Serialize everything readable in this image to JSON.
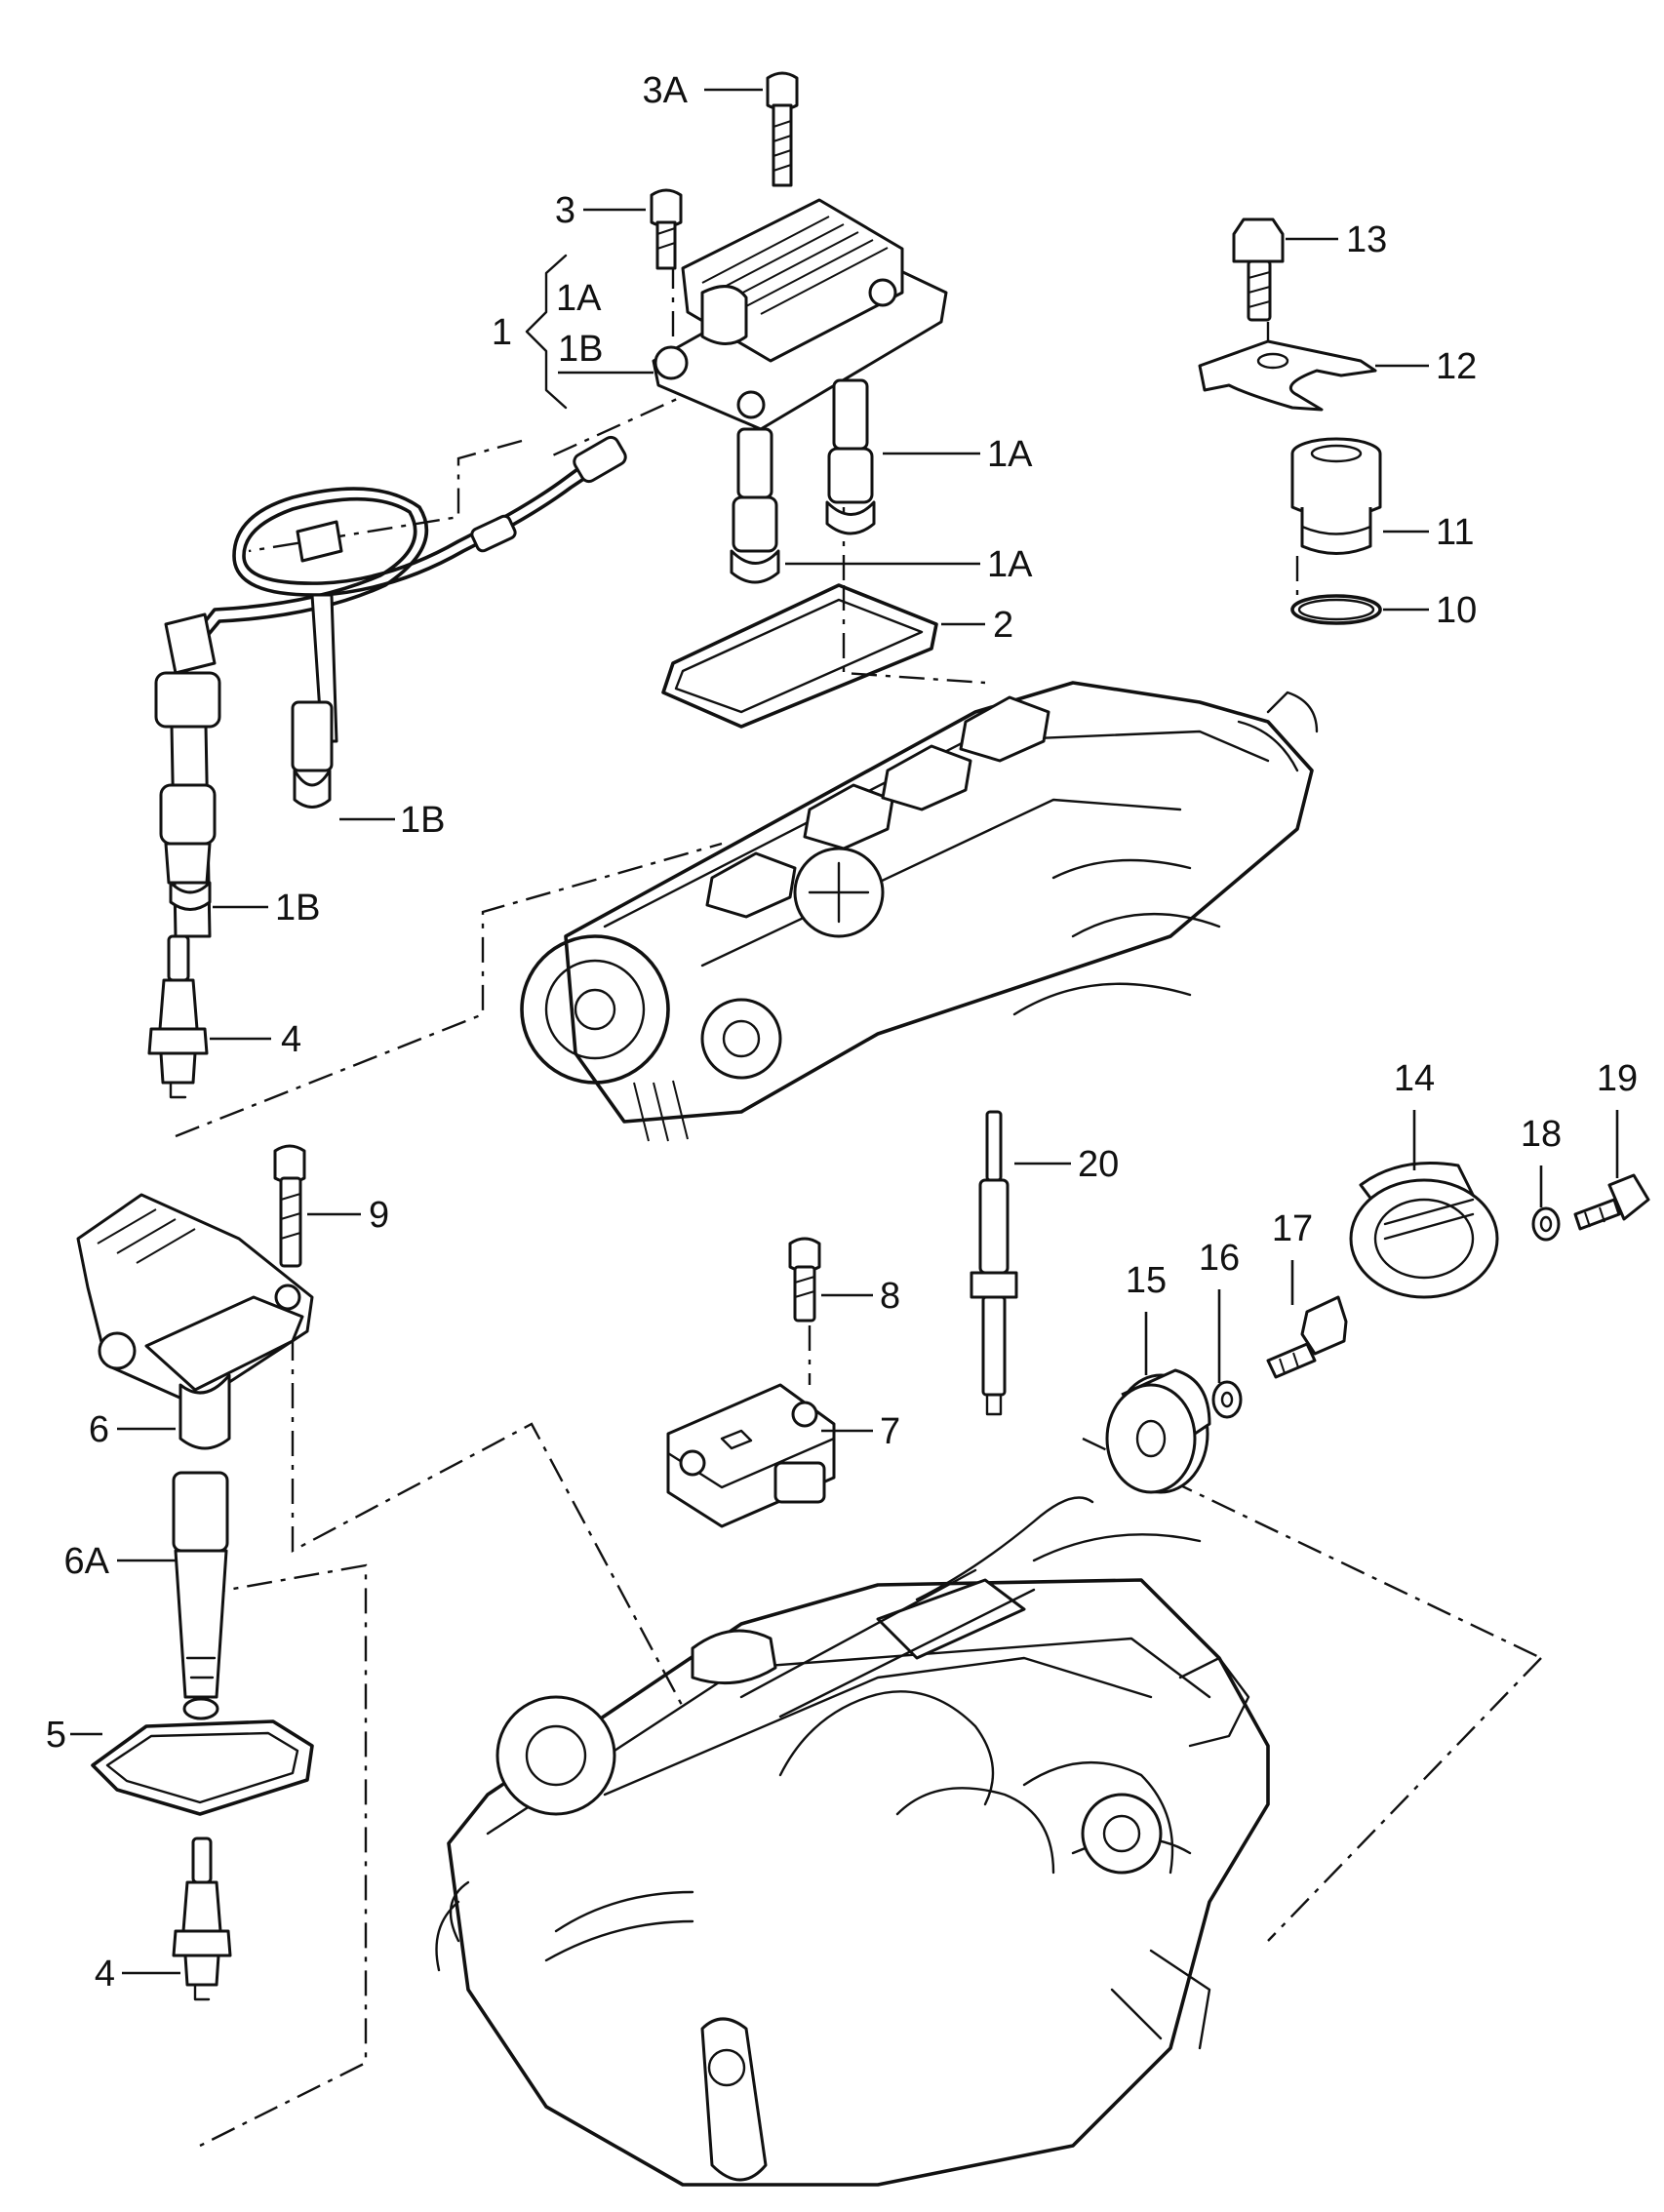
{
  "callouts": {
    "c3A": "3A",
    "c3": "3",
    "c1": "1",
    "c1A_bracket": "1A",
    "c1B_bracket": "1B",
    "c1A_upper": "1A",
    "c1A_lower": "1A",
    "c2": "2",
    "c1B_wire": "1B",
    "c1B_boot": "1B",
    "c4_top": "4",
    "c13": "13",
    "c12": "12",
    "c11": "11",
    "c10": "10",
    "c14": "14",
    "c19": "19",
    "c18": "18",
    "c17": "17",
    "c16": "16",
    "c15": "15",
    "c20": "20",
    "c9": "9",
    "c8": "8",
    "c7": "7",
    "c6": "6",
    "c6A": "6A",
    "c5": "5",
    "c4_bottom": "4"
  }
}
